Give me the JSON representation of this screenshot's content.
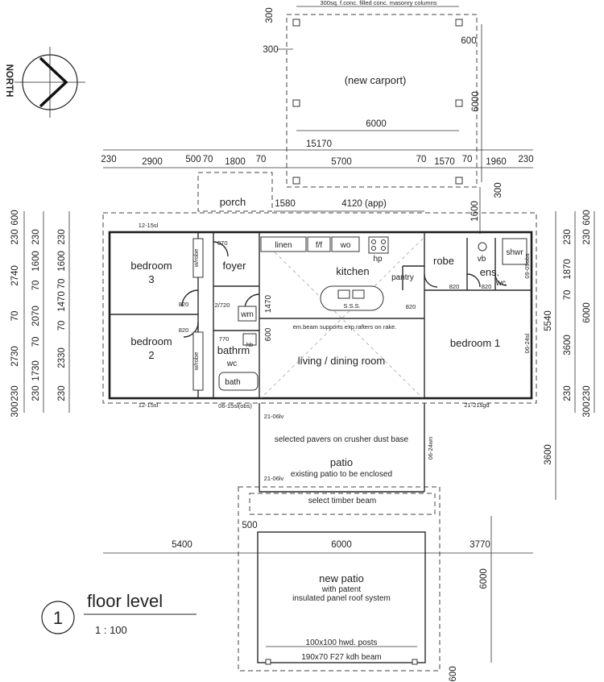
{
  "north_label": "NORTH",
  "carport": {
    "columns_note": "300sq. f.conc. filled conc. masonry columns",
    "label": "(new carport)",
    "width": "6000",
    "depth": "6000",
    "col_size": "300",
    "edge": "600"
  },
  "top_dims": {
    "overall": "15170",
    "segments": [
      "230",
      "2900",
      "500",
      "70",
      "1800",
      "70",
      "5700",
      "70",
      "1570",
      "70",
      "1960",
      "230"
    ]
  },
  "porch": {
    "label": "porch",
    "dim_1580": "1580",
    "dim_4120": "4120 (app)",
    "dim_1600": "1600",
    "dim_300": "300"
  },
  "rooms": {
    "bedroom3": "bedroom\n3",
    "bedroom3_a": "bedroom",
    "bedroom3_b": "3",
    "bedroom2_a": "bedroom",
    "bedroom2_b": "2",
    "foyer": "foyer",
    "kitchen": "kitchen",
    "pantry": "pantry",
    "robe": "robe",
    "ens": "ens.",
    "bathrm": "bathrm",
    "living": "living / dining room",
    "bedroom1": "bedroom 1",
    "patio": "patio",
    "new_patio": "new patio"
  },
  "fixtures": {
    "wrobe": "w/robe",
    "linen": "linen",
    "ff": "f/f",
    "wo": "wo",
    "hp": "hp",
    "sss": "S.S.S.",
    "vb": "vb",
    "shwr": "shwr",
    "wc": "wc",
    "wm": "wm",
    "hb": "hb",
    "bath": "bath"
  },
  "door_sizes": {
    "d870": "870",
    "d820": "820",
    "d2720": "2/720",
    "d770": "770",
    "d1470": "1470",
    "d600": "600"
  },
  "notes": {
    "beam": "em.beam supports exp.rafters on rake.",
    "pavers": "selected pavers on crusher dust base",
    "patio_enclose": "existing patio to be enclosed",
    "timber_beam": "select timber beam",
    "patent": "with patent",
    "insulated": "insulated panel roof system",
    "posts": "100x100 hwd. posts",
    "kdh_beam": "190x70 F27 kdh beam"
  },
  "small_codes": {
    "c1215a": "12-15sl",
    "c1215b": "12-15sl",
    "c0615": "06-15sl(obs)",
    "c2121": "21-21sgd",
    "c0909": "09-09obs",
    "c0624": "06-24sl",
    "c2106a": "21-06lv",
    "c2106b": "21-06lv",
    "c0624w": "06-24wn"
  },
  "left_dims": {
    "outer": [
      "600",
      "230",
      "2740",
      "70",
      "2730",
      "230",
      "300"
    ],
    "mid": [
      "230",
      "1600",
      "70",
      "2070",
      "70",
      "1730",
      "230"
    ],
    "inner": [
      "230",
      "1600",
      "70",
      "1470",
      "70",
      "2330",
      "230"
    ]
  },
  "right_dims": {
    "outer": [
      "600",
      "230",
      "1870",
      "70",
      "3600",
      "230",
      "300"
    ],
    "a5540": "5540",
    "a6000": "6000",
    "a3600": "3600"
  },
  "bottom_dims": {
    "d5400": "5400",
    "d500": "500",
    "d6000": "6000",
    "d3770": "3770",
    "d6000v": "6000",
    "d600": "600"
  },
  "title": {
    "number": "1",
    "name": "floor level",
    "scale": "1 : 100"
  }
}
